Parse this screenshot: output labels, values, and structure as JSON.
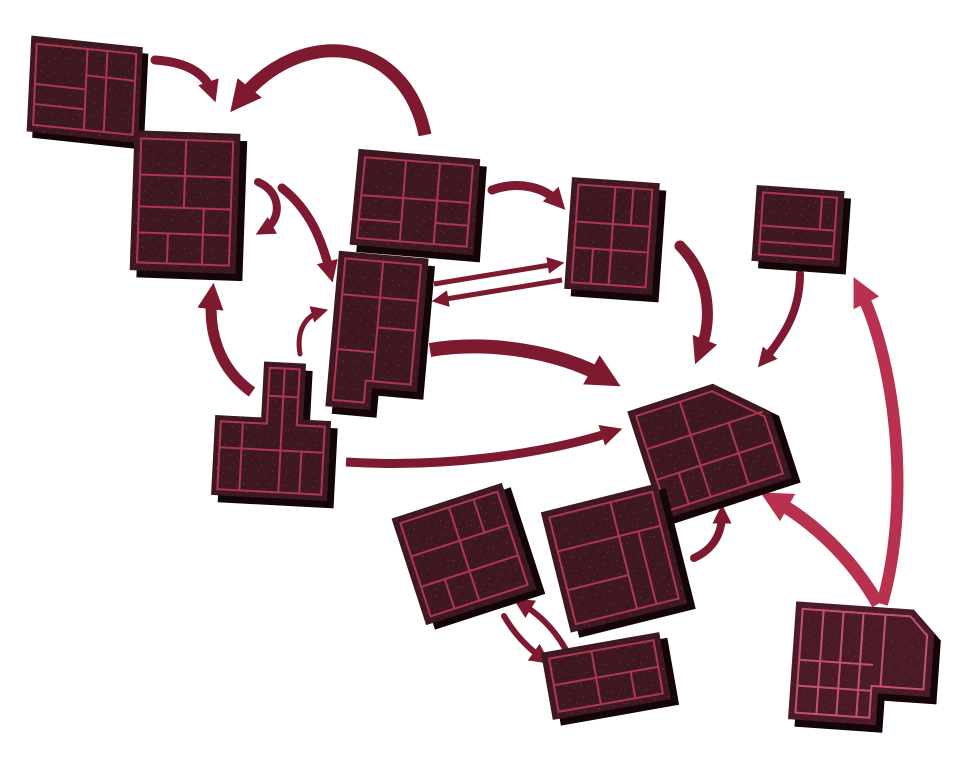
{
  "diagram": {
    "colors": {
      "background": "#ffffff",
      "block_fill": "#3e1820",
      "block_shadow": "#140508",
      "block_line": "#b83a5a",
      "arrow_dark": "#7e1a30",
      "arrow_light": "#b8324f"
    },
    "nodes": [
      {
        "id": "block-1",
        "shape": "rect"
      },
      {
        "id": "block-2",
        "shape": "rect"
      },
      {
        "id": "block-3",
        "shape": "rect"
      },
      {
        "id": "block-4",
        "shape": "l-shape"
      },
      {
        "id": "block-5",
        "shape": "rect"
      },
      {
        "id": "block-6",
        "shape": "rect"
      },
      {
        "id": "block-7",
        "shape": "t-shape"
      },
      {
        "id": "block-8",
        "shape": "pentagon"
      },
      {
        "id": "block-9",
        "shape": "rect"
      },
      {
        "id": "block-10",
        "shape": "rect"
      },
      {
        "id": "block-11",
        "shape": "rect"
      },
      {
        "id": "block-12",
        "shape": "l-shape"
      }
    ],
    "edges": [
      {
        "from": "block-1",
        "to": "block-2",
        "color": "dark"
      },
      {
        "from": "block-3",
        "to": "block-2",
        "color": "dark"
      },
      {
        "from": "block-2",
        "to": "block-2",
        "color": "dark"
      },
      {
        "from": "block-2",
        "to": "block-4",
        "color": "dark"
      },
      {
        "from": "block-3",
        "to": "block-5",
        "color": "dark"
      },
      {
        "from": "block-4",
        "to": "block-5",
        "color": "dark"
      },
      {
        "from": "block-5",
        "to": "block-4",
        "color": "dark"
      },
      {
        "from": "block-5",
        "to": "block-8",
        "color": "dark"
      },
      {
        "from": "block-6",
        "to": "block-8",
        "color": "dark"
      },
      {
        "from": "block-4",
        "to": "block-8",
        "color": "dark"
      },
      {
        "from": "block-7",
        "to": "block-2",
        "color": "dark"
      },
      {
        "from": "block-7",
        "to": "block-4",
        "color": "dark"
      },
      {
        "from": "block-7",
        "to": "block-8",
        "color": "dark"
      },
      {
        "from": "block-10",
        "to": "block-8",
        "color": "dark"
      },
      {
        "from": "block-9",
        "to": "block-11",
        "color": "dark"
      },
      {
        "from": "block-11",
        "to": "block-9",
        "color": "dark"
      },
      {
        "from": "block-12",
        "to": "block-8",
        "color": "light"
      },
      {
        "from": "block-12",
        "to": "block-6",
        "color": "light"
      }
    ]
  }
}
